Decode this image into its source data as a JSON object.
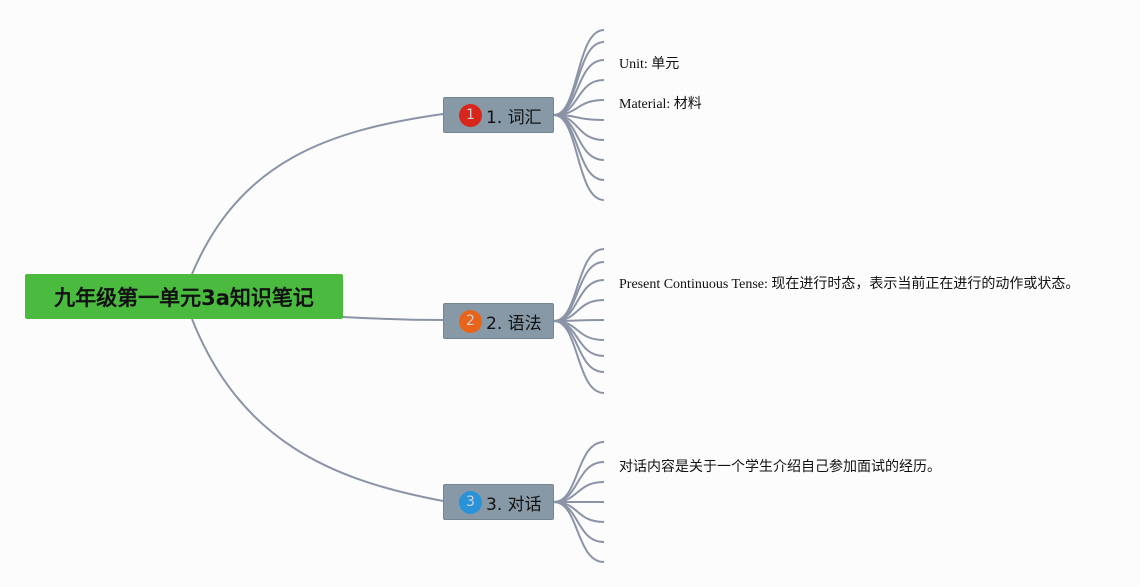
{
  "root": {
    "title": "九年级第一单元3a知识笔记"
  },
  "branches": [
    {
      "badge": "1",
      "label": "1. 词汇",
      "badge_color": "#d9261c",
      "leaves": [
        "Unit: 单元",
        "Material: 材料"
      ]
    },
    {
      "badge": "2",
      "label": "2. 语法",
      "badge_color": "#e8641b",
      "leaves": [
        "Present Continuous Tense: 现在进行时态，表示当前正在进行的动作或状态。"
      ]
    },
    {
      "badge": "3",
      "label": "3. 对话",
      "badge_color": "#2a92d8",
      "leaves": [
        "对话内容是关于一个学生介绍自己参加面试的经历。"
      ]
    }
  ],
  "colors": {
    "connector": "#8b94a6",
    "root_bg": "#4abb3f",
    "branch_bg": "#8799a6"
  }
}
